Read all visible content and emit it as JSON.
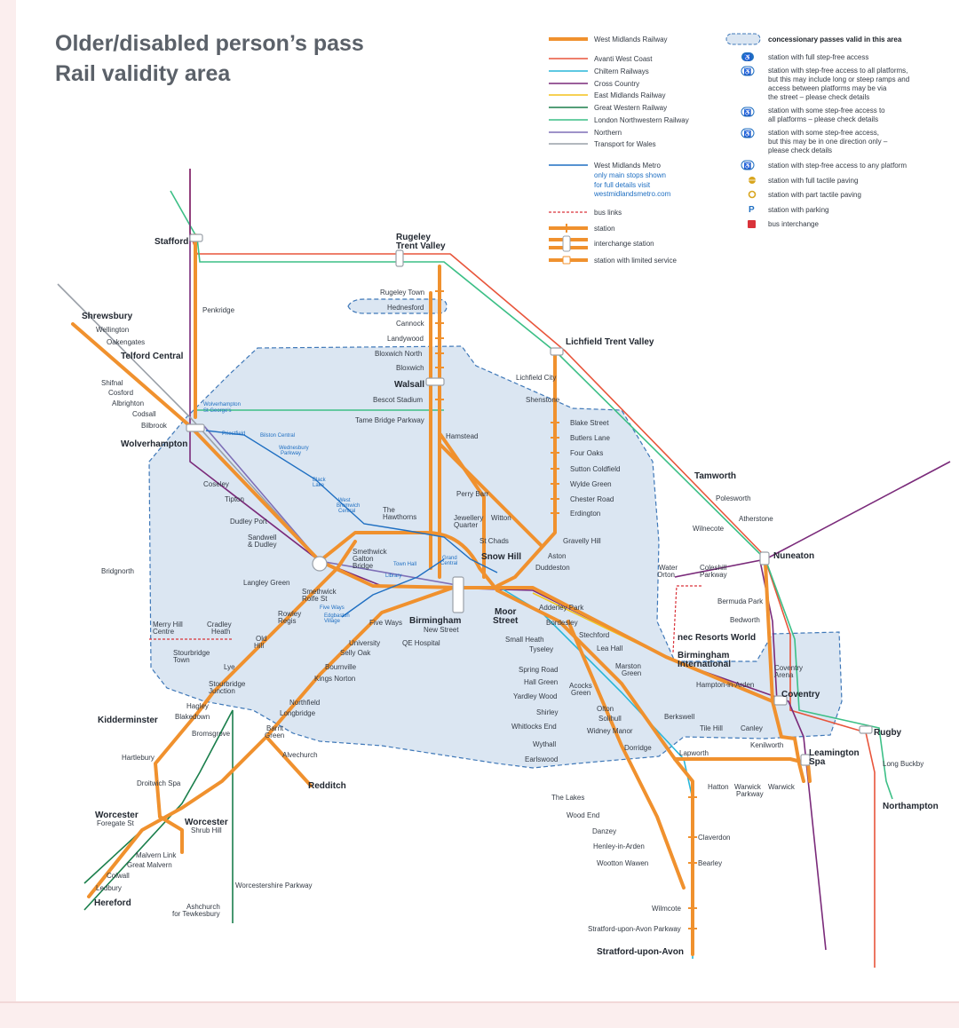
{
  "title_line1": "Older/disabled person’s pass",
  "title_line2": "Rail validity area",
  "colors": {
    "wmr": "#f0912e",
    "avanti": "#e8553b",
    "chiltern": "#29b6d8",
    "cross_country": "#7a2a7a",
    "emr": "#f3c21c",
    "gwr": "#1b7f4c",
    "lnr": "#3cbf86",
    "northern": "#7e6fb7",
    "tfw": "#9aa0a8",
    "metro": "#1f6fc2",
    "area": "#dbe6f2",
    "bus": "#d9333a"
  },
  "legend": {
    "wmr": "West Midlands Railway",
    "avanti": "Avanti West Coast",
    "chiltern": "Chiltern Railways",
    "cross_country": "Cross Country",
    "emr": "East Midlands Railway",
    "gwr": "Great Western Railway",
    "lnr": "London Northwestern Railway",
    "northern": "Northern",
    "tfw": "Transport for Wales",
    "metro": "West Midlands Metro",
    "metro_note1": "only main stops shown",
    "metro_note2": "for full details visit",
    "metro_note3": "westmidlandsmetro.com",
    "bus_links": "bus links",
    "station": "station",
    "interchange": "interchange station",
    "limited": "station with limited service",
    "area": "concessionary passes valid in this area",
    "full_step_free": "station with full step-free access",
    "sf_all_1": "station with step-free access to all platforms,",
    "sf_all_2": "but this may include long or steep ramps and",
    "sf_all_3": "access between platforms may be via",
    "sf_all_4": "the street – please check details",
    "some_1": "station with some step-free access to",
    "some_2": "all platforms – please check details",
    "some_dir_1": "station with some step-free access,",
    "some_dir_2": "but this may be in one direction only –",
    "some_dir_3": "please check details",
    "any_platform": "station with step-free access to any platform",
    "full_tactile": "station with full tactile paving",
    "part_tactile": "station with part tactile paving",
    "parking": "station with parking",
    "bus_interchange": "bus interchange"
  },
  "stations": {
    "stafford": "Stafford",
    "rugeley_tv_1": "Rugeley",
    "rugeley_tv_2": "Trent Valley",
    "penkridge": "Penkridge",
    "rugeley_town": "Rugeley Town",
    "hednesford": "Hednesford",
    "cannock": "Cannock",
    "landywood": "Landywood",
    "bloxwich_north": "Bloxwich North",
    "bloxwich": "Bloxwich",
    "walsall": "Walsall",
    "bescot": "Bescot Stadium",
    "tame_bridge": "Tame Bridge Parkway",
    "hamstead": "Hamstead",
    "lichfield_tv": "Lichfield Trent Valley",
    "lichfield_city": "Lichfield City",
    "shenstone": "Shenstone",
    "blake_street": "Blake Street",
    "butlers_lane": "Butlers Lane",
    "four_oaks": "Four Oaks",
    "sutton_coldfield": "Sutton Coldfield",
    "wylde_green": "Wylde Green",
    "chester_road": "Chester Road",
    "erdington": "Erdington",
    "gravelly_hill": "Gravelly Hill",
    "aston": "Aston",
    "duddeston": "Duddeston",
    "tamworth": "Tamworth",
    "polesworth": "Polesworth",
    "atherstone": "Atherstone",
    "nuneaton": "Nuneaton",
    "wilnecote": "Wilnecote",
    "water_orton_1": "Water",
    "water_orton_2": "Orton",
    "coleshill_1": "Coleshill",
    "coleshill_2": "Parkway",
    "bermuda_park": "Bermuda Park",
    "bedworth": "Bedworth",
    "shrewsbury": "Shrewsbury",
    "wellington": "Wellington",
    "oakengates": "Oakengates",
    "telford": "Telford Central",
    "shifnal": "Shifnal",
    "cosford": "Cosford",
    "albrighton": "Albrighton",
    "codsall": "Codsall",
    "bilbrook": "Bilbrook",
    "wolverhampton": "Wolverhampton",
    "coseley": "Coseley",
    "tipton": "Tipton",
    "dudley_port": "Dudley Port",
    "sandwell_1": "Sandwell",
    "sandwell_2": "& Dudley",
    "smethwick_gb_1": "Smethwick",
    "smethwick_gb_2": "Galton",
    "smethwick_gb_3": "Bridge",
    "the_hawthorns_1": "The",
    "the_hawthorns_2": "Hawthorns",
    "perry_barr": "Perry Barr",
    "jq_1": "Jewellery",
    "jq_2": "Quarter",
    "witton": "Witton",
    "st_chads": "St Chads",
    "snow_hill": "Snow Hill",
    "langley_green": "Langley Green",
    "smethwick_rs_1": "Smethwick",
    "smethwick_rs_2": "Rolfe St",
    "bridgnorth": "Bridgnorth",
    "rowley_1": "Rowley",
    "rowley_2": "Regis",
    "old_hill_1": "Old",
    "old_hill_2": "Hill",
    "cradley_1": "Cradley",
    "cradley_2": "Heath",
    "merry_hill_1": "Merry Hill",
    "merry_hill_2": "Centre",
    "stourbridge_town_1": "Stourbridge",
    "stourbridge_town_2": "Town",
    "lye": "Lye",
    "stourbridge_jn_1": "Stourbridge",
    "stourbridge_jn_2": "Junction",
    "hagley": "Hagley",
    "blakedown": "Blakedown",
    "kidderminster": "Kidderminster",
    "bromsgrove": "Bromsgrove",
    "hartlebury": "Hartlebury",
    "droitwich": "Droitwich Spa",
    "worcester_fs_1": "Worcester",
    "worcester_fs_2": "Foregate St",
    "worcester_sh_1": "Worcester",
    "worcester_sh_2": "Shrub Hill",
    "malvern_link": "Malvern Link",
    "great_malvern": "Great Malvern",
    "colwall": "Colwall",
    "ledbury": "Ledbury",
    "hereford": "Hereford",
    "ashchurch_1": "Ashchurch",
    "ashchurch_2": "for Tewkesbury",
    "worcestershire_parkway": "Worcestershire Parkway",
    "five_ways": "Five Ways",
    "university": "University",
    "qe_hospital": "QE Hospital",
    "selly_oak": "Selly Oak",
    "bournville": "Bournville",
    "kings_norton": "Kings Norton",
    "northfield": "Northfield",
    "longbridge": "Longbridge",
    "barnt_green_1": "Barnt",
    "barnt_green_2": "Green",
    "alvechurch": "Alvechurch",
    "redditch": "Redditch",
    "birmingham_ns_1": "Birmingham",
    "birmingham_ns_2": "New Street",
    "moor_street_1": "Moor",
    "moor_street_2": "Street",
    "adderley_park": "Adderley Park",
    "bordesley": "Bordesley",
    "stechford": "Stechford",
    "small_heath": "Small Heath",
    "tyseley": "Tyseley",
    "lea_hall": "Lea Hall",
    "marston_green_1": "Marston",
    "marston_green_2": "Green",
    "spring_road": "Spring Road",
    "hall_green": "Hall Green",
    "yardley_wood": "Yardley Wood",
    "shirley": "Shirley",
    "whitlocks_end": "Whitlocks End",
    "wythall": "Wythall",
    "earlswood": "Earlswood",
    "acocks_green_1": "Acocks",
    "acocks_green_2": "Green",
    "olton": "Olton",
    "solihull": "Solihull",
    "widney_manor": "Widney Manor",
    "dorridge": "Dorridge",
    "the_lakes": "The Lakes",
    "wood_end": "Wood End",
    "danzey": "Danzey",
    "henley": "Henley-in-Arden",
    "wootton_wawen": "Wootton Wawen",
    "wilmcote": "Wilmcote",
    "stratford_parkway": "Stratford-upon-Avon Parkway",
    "stratford": "Stratford-upon-Avon",
    "resorts_world": "nec Resorts World",
    "bham_intl_1": "Birmingham",
    "bham_intl_2": "International",
    "hampton_in_arden": "Hampton-in-Arden",
    "coventry_arena_1": "Coventry",
    "coventry_arena_2": "Arena",
    "coventry": "Coventry",
    "berkswell": "Berkswell",
    "tile_hill": "Tile Hill",
    "canley": "Canley",
    "kenilworth": "Kenilworth",
    "lapworth": "Lapworth",
    "hatton": "Hatton",
    "warwick_parkway_1": "Warwick",
    "warwick_parkway_2": "Parkway",
    "warwick": "Warwick",
    "leamington_1": "Leamington",
    "leamington_2": "Spa",
    "rugby": "Rugby",
    "long_buckby": "Long Buckby",
    "northampton": "Northampton",
    "claverdon": "Claverdon",
    "bearley": "Bearley"
  },
  "metro_stops": {
    "wolverhampton_sg_1": "Wolverhampton",
    "wolverhampton_sg_2": "St George's",
    "priestfield": "Priestfield",
    "bilston_central": "Bilston Central",
    "wednesbury_1": "Wednesbury",
    "wednesbury_2": "Parkway",
    "black_lake_1": "Black",
    "black_lake_2": "Lake",
    "west_bromwich_1": "West",
    "west_bromwich_2": "Bromwich",
    "west_bromwich_3": "Central",
    "town_hall": "Town Hall",
    "grand_central_1": "Grand",
    "grand_central_2": "Central",
    "library": "Library",
    "five_ways": "Five Ways",
    "edgbaston_1": "Edgbaston",
    "edgbaston_2": "Village"
  }
}
